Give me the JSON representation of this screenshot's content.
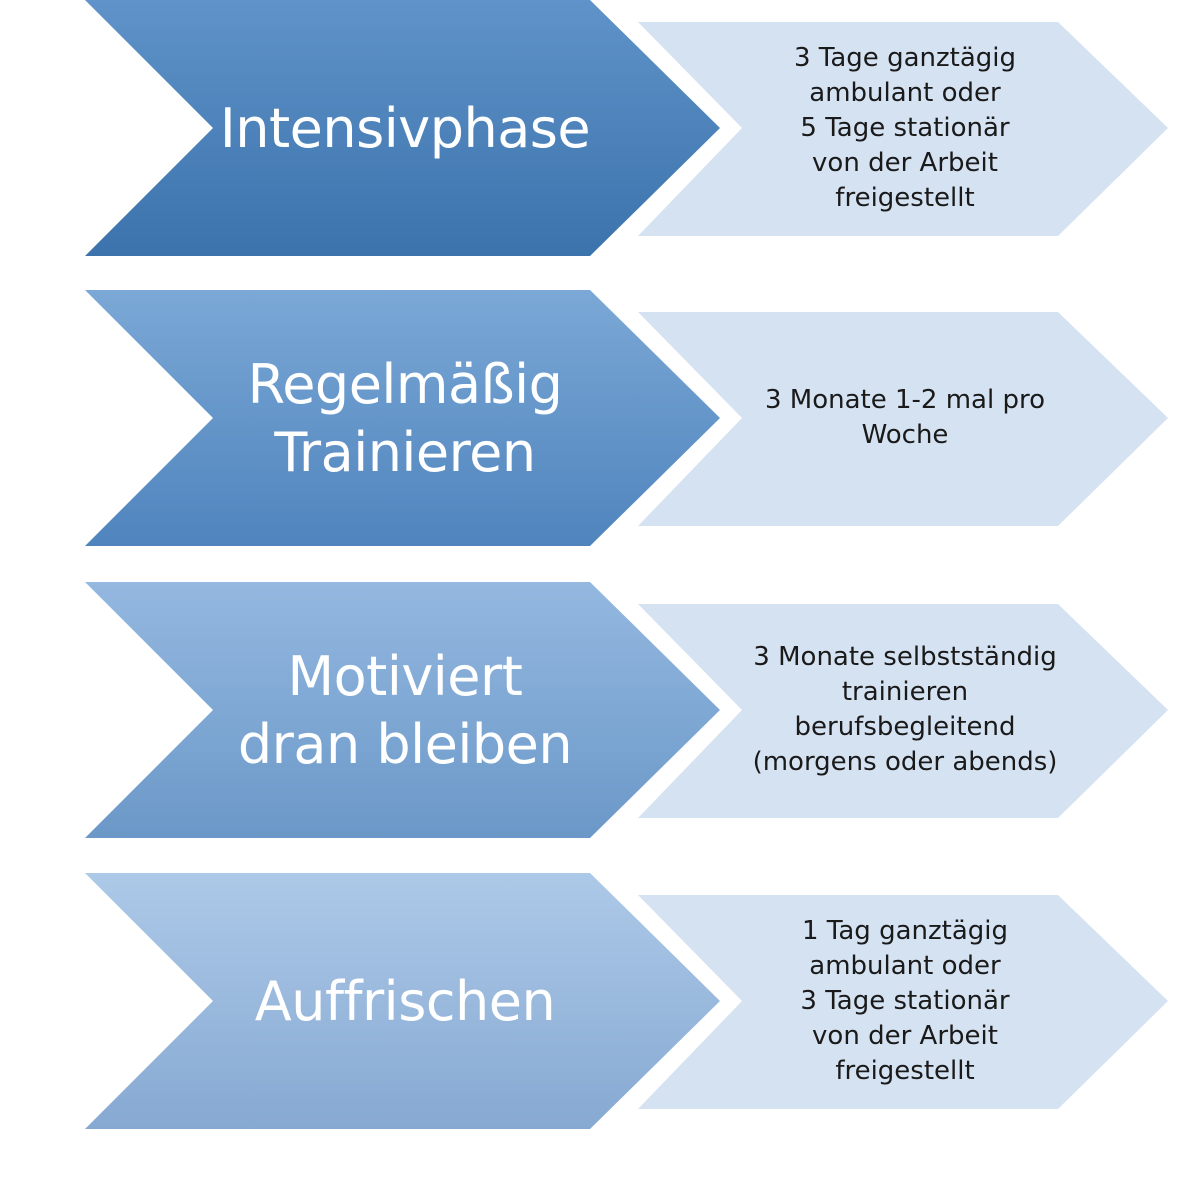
{
  "steps": [
    {
      "phase": "Intensivphase",
      "detail": "3 Tage ganztägig\nambulant oder\n5 Tage stationär\nvon der Arbeit\nfreigestellt",
      "color_top": "#5f93c9",
      "color_bottom": "#3c73ac"
    },
    {
      "phase": "Regelmäßig\nTrainieren",
      "detail": "3 Monate 1-2 mal pro\nWoche",
      "color_top": "#7ba8d6",
      "color_bottom": "#4f84bd"
    },
    {
      "phase": "Motiviert\ndran bleiben",
      "detail": "3 Monate selbstständig\ntrainieren\nberufsbegleitend\n(morgens oder abends)",
      "color_top": "#94b8e0",
      "color_bottom": "#6b98c8"
    },
    {
      "phase": "Auffrischen",
      "detail": "1 Tag ganztägig\nambulant oder\n3 Tage stationär\nvon der Arbeit\nfreigestellt",
      "color_top": "#adc9e8",
      "color_bottom": "#86a9d2"
    }
  ],
  "detail_fill": "#d5e2f2"
}
